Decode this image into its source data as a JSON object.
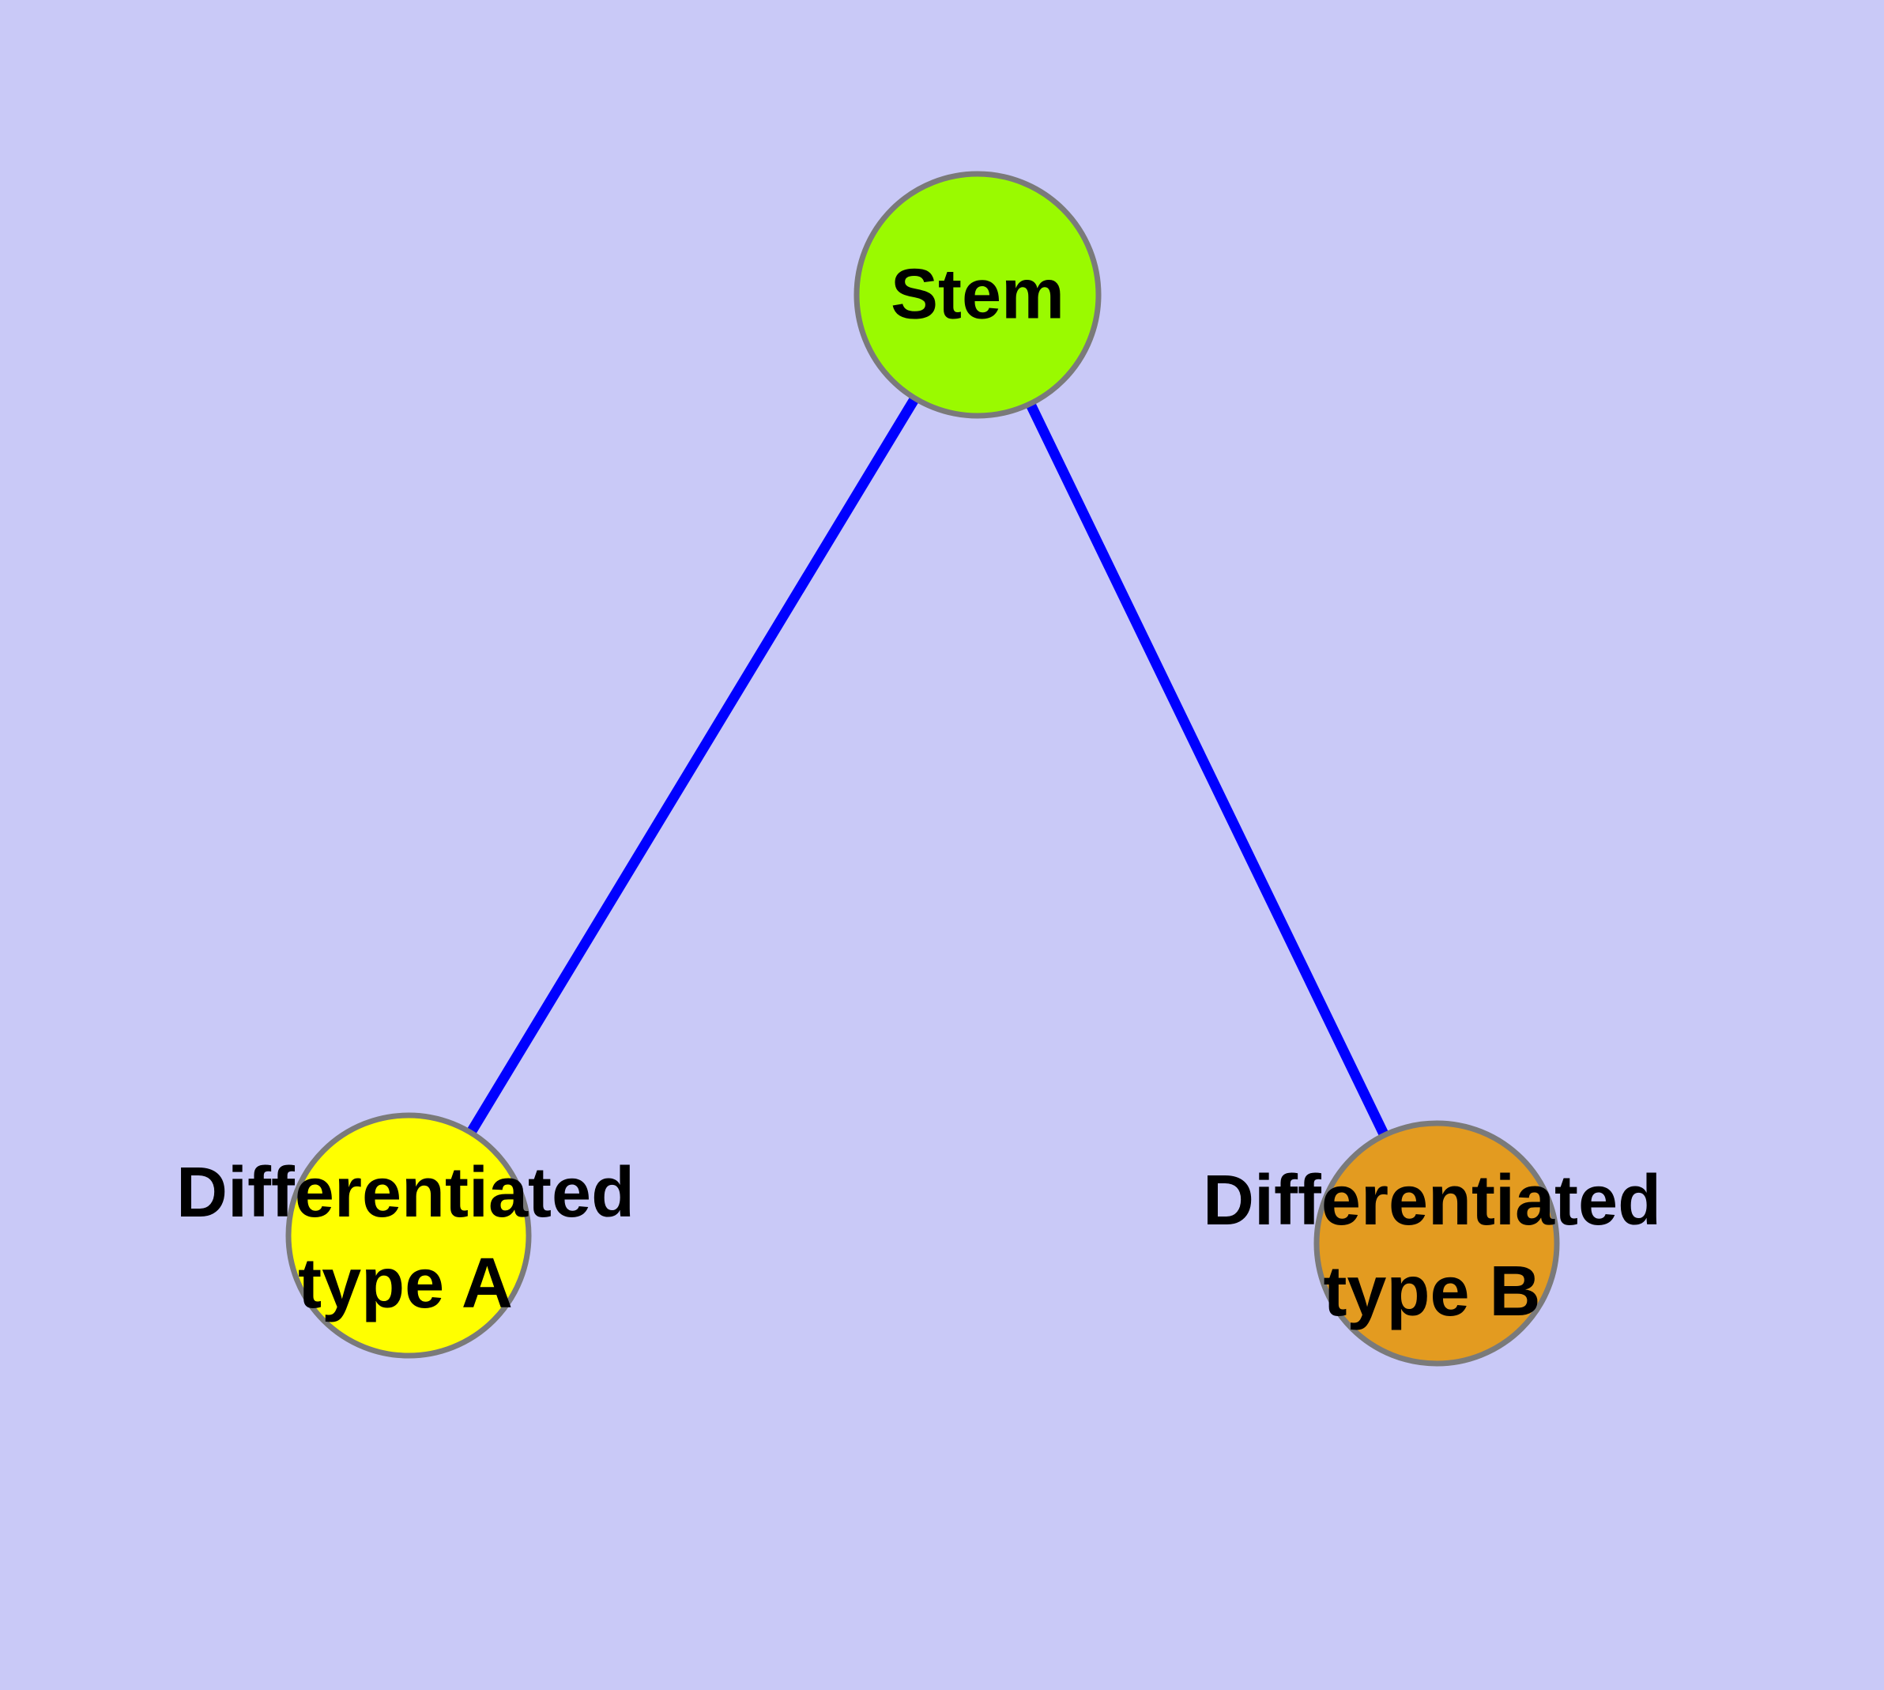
{
  "diagram": {
    "title": "",
    "background_color": "#C9C9F7",
    "colors": {
      "edge": "#0000FF",
      "node_border": "#7A7A7A",
      "label_text": "#000000"
    },
    "nodes": [
      {
        "id": "stem",
        "label": "Stem",
        "color": "#9AFA00"
      },
      {
        "id": "type-a",
        "label": "Differentiated\ntype A",
        "color": "#FFFF00"
      },
      {
        "id": "type-b",
        "label": "Differentiated\ntype B",
        "color": "#E39B20"
      }
    ],
    "edges": [
      {
        "from": "stem",
        "to": "type-a"
      },
      {
        "from": "stem",
        "to": "type-b"
      }
    ]
  }
}
